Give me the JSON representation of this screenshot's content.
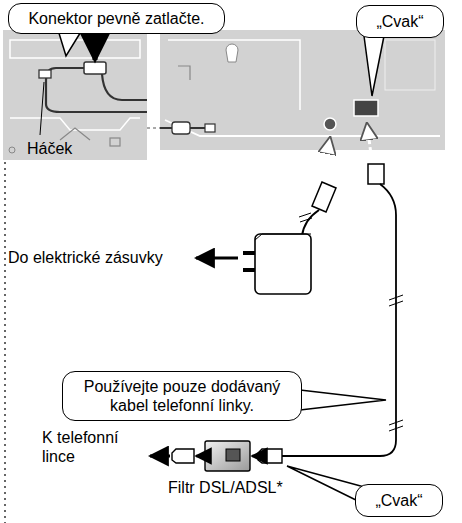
{
  "diagram": {
    "nodes": [
      {
        "text": [
          "Konektor pevně zatlačte."
        ]
      },
      {
        "text": [
          "„Cvak“"
        ]
      },
      {
        "text": [
          "Používejte pouze dodávaný kabel telefonní linky."
        ]
      },
      {
        "text": [
          "„Cvak“"
        ]
      }
    ],
    "labels": [
      "Háček",
      "Do elektrické zásuvky",
      "K telefonní lince",
      "Filtr DSL/ADSL*"
    ]
  }
}
